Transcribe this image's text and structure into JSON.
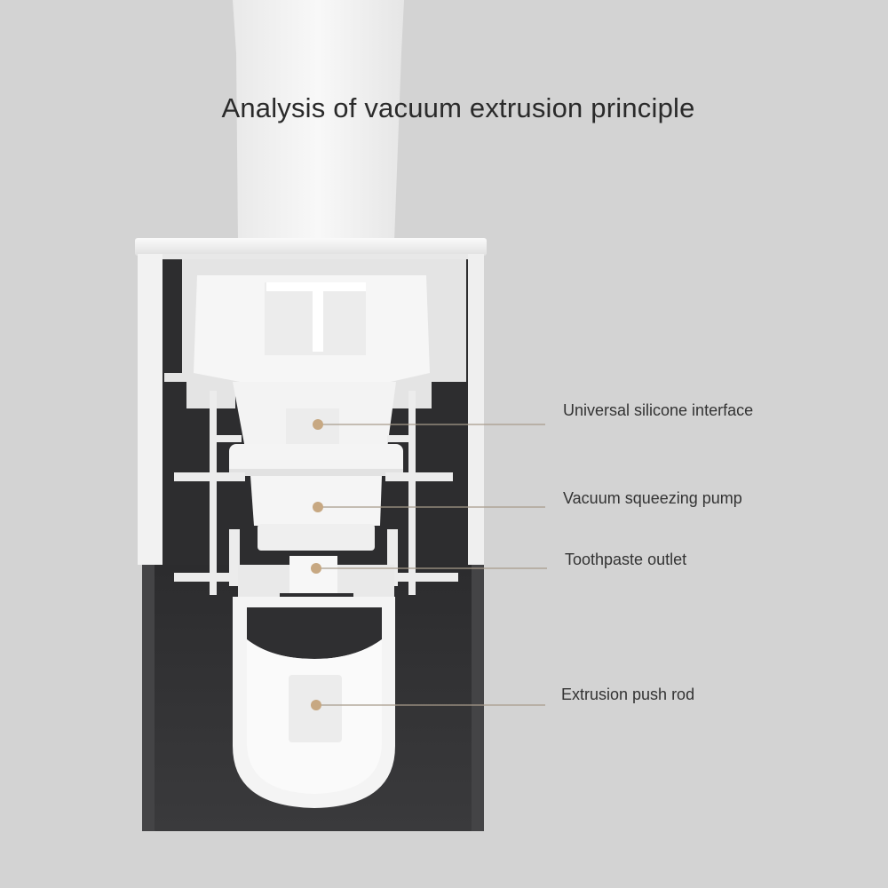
{
  "title": "Analysis of vacuum extrusion principle",
  "colors": {
    "background": "#d3d3d3",
    "housing_dark": "#2f2f31",
    "housing_light": "#f4f4f4",
    "part_white": "#f2f2f2",
    "marker": "#c7a882",
    "leader_line": "#a79b8b",
    "text": "#2a2a2a"
  },
  "callouts": [
    {
      "id": "universal-silicone-interface",
      "label": "Universal silicone interface"
    },
    {
      "id": "vacuum-squeezing-pump",
      "label": "Vacuum squeezing pump"
    },
    {
      "id": "toothpaste-outlet",
      "label": "Toothpaste outlet"
    },
    {
      "id": "extrusion-push-rod",
      "label": "Extrusion push rod"
    }
  ]
}
